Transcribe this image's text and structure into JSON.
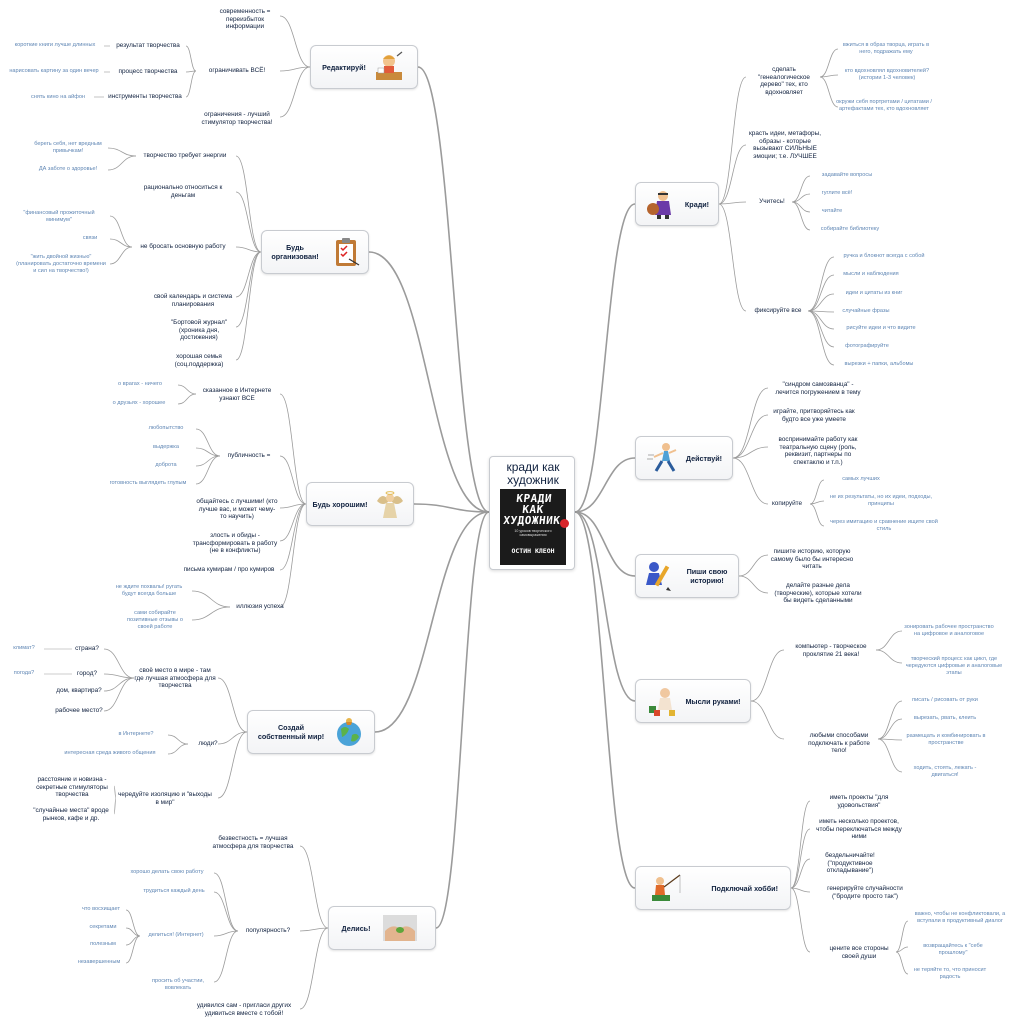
{
  "center": {
    "title_line1": "кради как",
    "title_line2": "художник",
    "cover_line1": "КРАДИ КАК",
    "cover_line2": "ХУДОЖНИК",
    "cover_subtitle": "10 уроков творческого самовыражения",
    "cover_author": "ОСТИН КЛЕОН"
  },
  "branches": {
    "edit": {
      "title": "Редактируй!",
      "icon": "editor-at-desk-icon",
      "items": {
        "modern": "современность = переизбыток информации",
        "limit": "ограничивать ВСЁ!",
        "limit_result": "результат творчества",
        "limit_process": "процесс творчества",
        "limit_tools": "инструменты творчества",
        "ex_result": "короткие книги лучше длинных",
        "ex_process": "нарисовать картину за один вечер",
        "ex_tools": "снять кино на айфон",
        "constraints": "ограничения - лучший стимулятор творчества!"
      }
    },
    "org": {
      "title": "Будь организован!",
      "icon": "clipboard-icon",
      "items": {
        "energy": "творчество требует энергии",
        "energy_a": "берегь себя, нет вредным привычкам!",
        "energy_b": "ДА заботе о здоровье!",
        "money": "рационально относиться к деньгам",
        "job": "не бросать основную работу",
        "job_a": "\"финансовый прожиточный минимум\"",
        "job_b": "связи",
        "job_c": "\"жить двойной жизнью\" (планировать достаточно времени и сил на творчество!)",
        "calendar": "свой календарь и система планирования",
        "log": "\"Бортовой журнал\" (хроника дня, достижения)",
        "family": "хорошая семья (соц.поддержка)"
      }
    },
    "good": {
      "title": "Будь хорошим!",
      "icon": "angel-icon",
      "items": {
        "internet": "сказанное в Интернете узнают ВСЕ",
        "internet_a": "о врагах - ничего",
        "internet_b": "о друзьях - хорошее",
        "public": "публичность =",
        "public_a": "любопытство",
        "public_b": "выдержка",
        "public_c": "доброта",
        "public_d": "готовность выглядеть глупым",
        "best": "общайтесь с лучшими! (кто лучше вас, и может чему-то научить)",
        "anger": "злость и обиды - трансформировать в работу (не в конфликты)",
        "letters": "письма кумирам / про кумиров",
        "illusion": "иллюзия успеха",
        "illusion_a": "не ждите похвалы! ругать будут всегда больше",
        "illusion_b": "сами собирайте позитивные отзывы о своей работе"
      }
    },
    "world": {
      "title": "Создай собственный мир!",
      "icon": "globe-icon",
      "items": {
        "place": "своё место в мире - там где лучшая атмосфера для творчества",
        "country": "страна?",
        "climate": "климат?",
        "city": "город?",
        "weather": "погода?",
        "home": "дом, квартира?",
        "workplace": "рабочее место?",
        "people": "люди?",
        "people_a": "в Интернете?",
        "people_b": "интересная среда живого общения",
        "alternate": "чередуйте изоляцию и \"выходы в мир\"",
        "alternate_a": "расстояние и новизна - секретные стимуляторы творчества",
        "alternate_b": "\"случайные места\" вроде рынков, кафе и др."
      }
    },
    "share": {
      "title": "Делись!",
      "icon": "hands-with-seed-icon",
      "items": {
        "obscurity": "безвестность = лучшая атмосфера для творчества",
        "popularity": "популярность?",
        "pop_a": "хорошо делать свою работу",
        "pop_b": "трудиться каждый день",
        "pop_c": "делиться! (Интернет)",
        "share_a": "что восхищает",
        "share_b": "секретами",
        "share_c": "полезным",
        "share_d": "незавершенным",
        "pop_d": "просить об участии, вовлекать",
        "wonder": "удивился сам - пригласи других удивиться вместе с тобой!"
      }
    },
    "steal": {
      "title": "Кради!",
      "icon": "thief-with-bag-icon",
      "items": {
        "tree": "сделать \"генеалогическое дерево\" тех, кто вдохновляет",
        "tree_a": "вжиться в образ творца, играть в него, подражать ему",
        "tree_b": "кто вдохновлял вдохновителей? (истории 1-3 человек)",
        "tree_c": "окружи себя портретами / цитатами / артефактами тех, кто вдохновляет",
        "ideas": "красть идеи, метафоры, образы - которые вызывают СИЛЬНЫЕ эмоции; т.е. ЛУЧШЕЕ",
        "learn": "Учитесь!",
        "learn_a": "задавайте вопросы",
        "learn_b": "гуглите всё!",
        "learn_c": "читайте",
        "learn_d": "собирайте библиотеку",
        "record": "фиксируйте все",
        "rec_a": "ручка и блокнот всегда с собой",
        "rec_b": "мысли и наблюдения",
        "rec_c": "идеи и цитаты из книг",
        "rec_d": "случайные фразы",
        "rec_e": "рисуйте идеи и что видите",
        "rec_f": "фотографируйте",
        "rec_g": "вырезки + папки, альбомы"
      }
    },
    "act": {
      "title": "Действуй!",
      "icon": "running-man-icon",
      "items": {
        "impostor": "\"синдром самозванца\" - лечится погружением в тему",
        "pretend": "играйте, притворяйтесь как будто все уже умеете",
        "stage": "воспринимайте работу как театральную сцену (роль, реквизит, партнеры по спектаклю и т.п.)",
        "copy": "копируйте",
        "copy_a": "самых лучших",
        "copy_b": "не их результаты, но их идеи, подходы, принципы",
        "copy_c": "через имитацию и сравнение ищите свой стиль"
      }
    },
    "story": {
      "title": "Пиши свою историю!",
      "icon": "figure-with-pencil-icon",
      "items": {
        "write": "пишите историю, которую самому было бы интересно читать",
        "do": "делайте разные дела (творческие), которые хотели бы видеть сделанными"
      }
    },
    "hands": {
      "title": "Мысли руками!",
      "icon": "child-with-toys-icon",
      "items": {
        "computer": "компьютер - творческое проклятие 21 века!",
        "comp_a": "зонировать рабочее пространство на цифровое и аналоговое",
        "comp_b": "творческий процесс как цикл, где чередуются цифровые и аналоговые этапы",
        "body": "любыми способами подключать к работе тело!",
        "body_a": "писать / рисовать от руки",
        "body_b": "вырезать, рвать, клеить",
        "body_c": "размещать и комбинировать в пространстве",
        "body_d": "ходить, стоять, лежать - двигаться!"
      }
    },
    "hobby": {
      "title": "Подключай хобби!",
      "icon": "fisherman-icon",
      "items": {
        "fun": "иметь проекты \"для удовольствия\"",
        "several": "иметь несколько проектов, чтобы переключаться между ними",
        "idle": "бездельничайте! (\"продуктивное откладывание\")",
        "random": "генерируйте случайности (\"бродите просто так\")",
        "soul": "цените все стороны своей души",
        "soul_a": "важно, чтобы не конфликтовали, а вступали в продуктивный диалог",
        "soul_b": "возвращайтесь к \"себе прошлому\"",
        "soul_c": "не теряйте то, что приносит радость"
      }
    }
  },
  "colors": {
    "link": "#9b9b9b",
    "main_text": "#10213f",
    "sub_text": "#5f86b4"
  }
}
